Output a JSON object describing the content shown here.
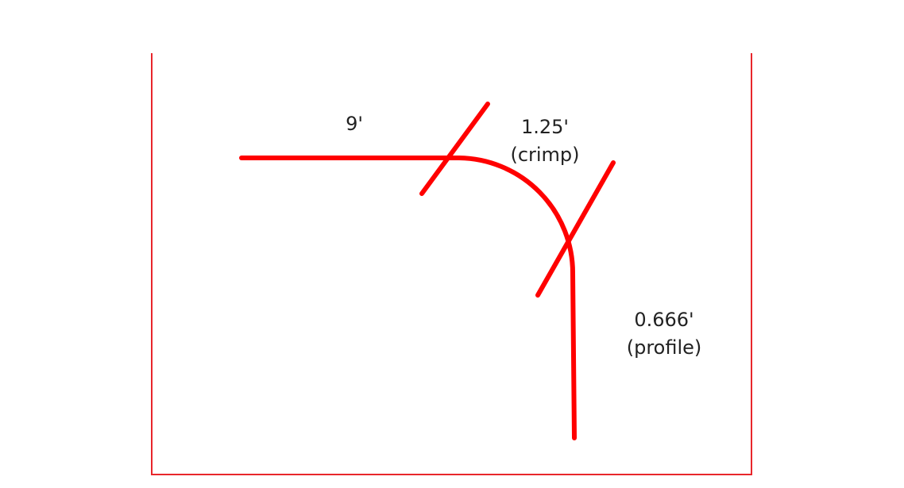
{
  "colors": {
    "stroke": "#ff0000",
    "frame": "#e8262b",
    "text": "#222222",
    "background": "#ffffff"
  },
  "labels": {
    "straight_length": "9'",
    "crimp_length": "1.25'",
    "crimp_name": "(crimp)",
    "profile_length": "0.666'",
    "profile_name": "(profile)"
  }
}
